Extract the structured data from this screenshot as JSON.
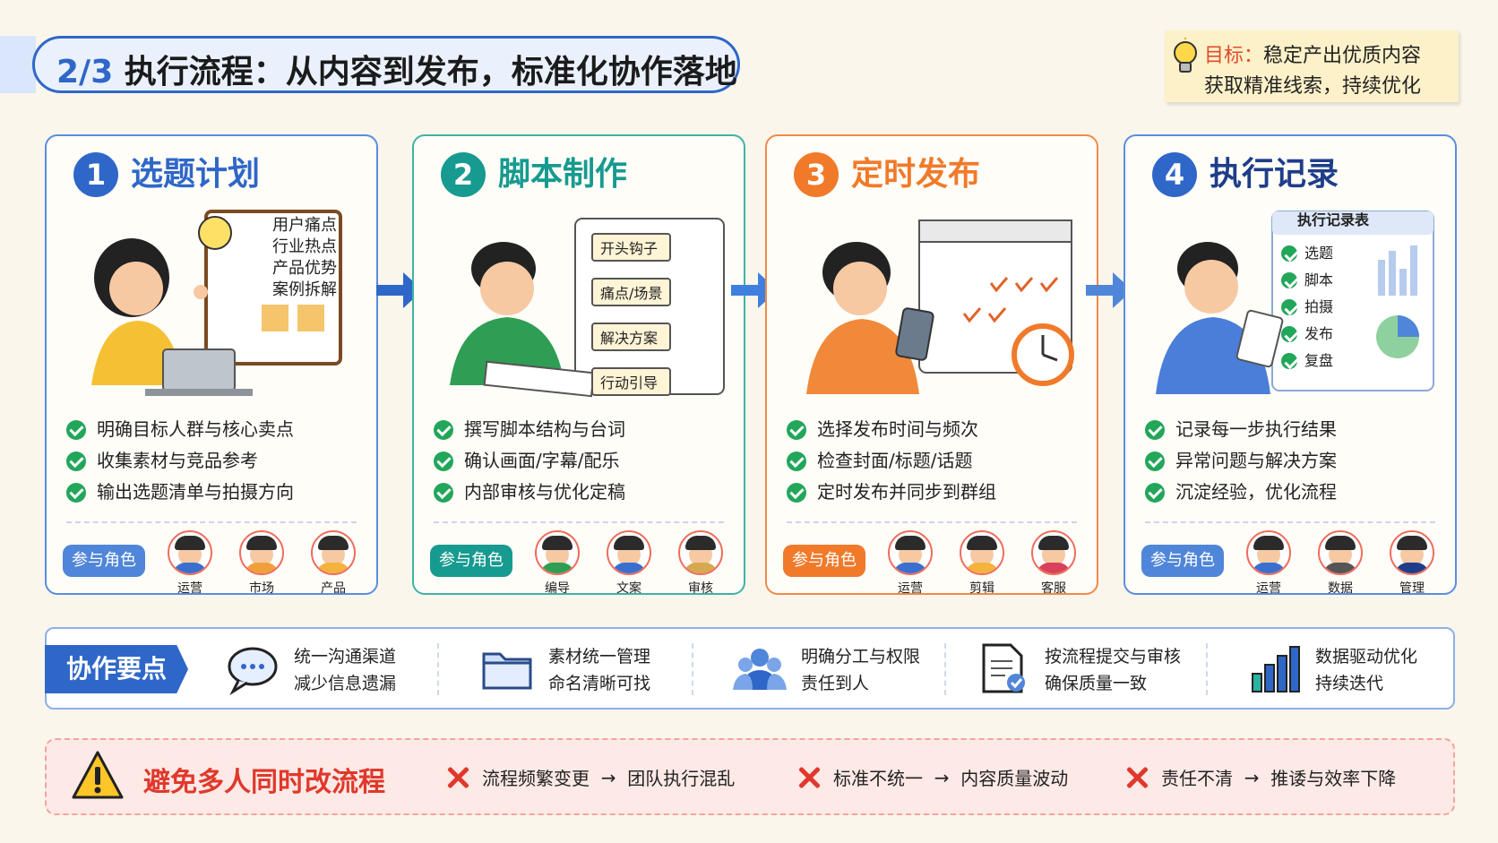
{
  "header": {
    "title_prefix": "2/3",
    "title_main": "执行流程：从内容到发布，标准化协作落地",
    "goal_label": "目标：",
    "goal_line1": "稳定产出优质内容",
    "goal_line2": "获取精准线索，持续优化"
  },
  "colors": {
    "blue": "#2f67c8",
    "teal": "#179a8f",
    "orange": "#f07a2a",
    "green": "#22a65a",
    "red": "#e0382b"
  },
  "steps": [
    {
      "number": "1",
      "title": "选题计划",
      "board_items": [
        "用户痛点",
        "行业热点",
        "产品优势",
        "案例拆解"
      ],
      "points": [
        "明确目标人群与核心卖点",
        "收集素材与竞品参考",
        "输出选题清单与拍摄方向"
      ],
      "role_label": "参与角色",
      "roles": [
        "运营",
        "市场",
        "产品"
      ]
    },
    {
      "number": "2",
      "title": "脚本制作",
      "script_items": [
        "开头钩子",
        "痛点/场景",
        "解决方案",
        "行动引导"
      ],
      "points": [
        "撰写脚本结构与台词",
        "确认画面/字幕/配乐",
        "内部审核与优化定稿"
      ],
      "role_label": "参与角色",
      "roles": [
        "编导",
        "文案",
        "审核"
      ]
    },
    {
      "number": "3",
      "title": "定时发布",
      "points": [
        "选择发布时间与频次",
        "检查封面/标题/话题",
        "定时发布并同步到群组"
      ],
      "role_label": "参与角色",
      "roles": [
        "运营",
        "剪辑",
        "客服"
      ]
    },
    {
      "number": "4",
      "title": "执行记录",
      "record_title": "执行记录表",
      "record_items": [
        "选题",
        "脚本",
        "拍摄",
        "发布",
        "复盘"
      ],
      "points": [
        "记录每一步执行结果",
        "异常问题与解决方案",
        "沉淀经验，优化流程"
      ],
      "role_label": "参与角色",
      "roles": [
        "运营",
        "数据",
        "管理"
      ]
    }
  ],
  "collaboration": {
    "label": "协作要点",
    "items": [
      {
        "icon": "chat-bubbles-icon",
        "line1": "统一沟通渠道",
        "line2": "减少信息遗漏"
      },
      {
        "icon": "folder-icon",
        "line1": "素材统一管理",
        "line2": "命名清晰可找"
      },
      {
        "icon": "team-icon",
        "line1": "明确分工与权限",
        "line2": "责任到人"
      },
      {
        "icon": "checklist-document-icon",
        "line1": "按流程提交与审核",
        "line2": "确保质量一致"
      },
      {
        "icon": "bar-chart-icon",
        "line1": "数据驱动优化",
        "line2": "持续迭代"
      }
    ]
  },
  "avoid": {
    "title": "避免多人同时改流程",
    "items": [
      {
        "cause": "流程频繁变更",
        "arrow": "→",
        "effect": "团队执行混乱"
      },
      {
        "cause": "标准不统一",
        "arrow": "→",
        "effect": "内容质量波动"
      },
      {
        "cause": "责任不清",
        "arrow": "→",
        "effect": "推诿与效率下降"
      }
    ]
  }
}
